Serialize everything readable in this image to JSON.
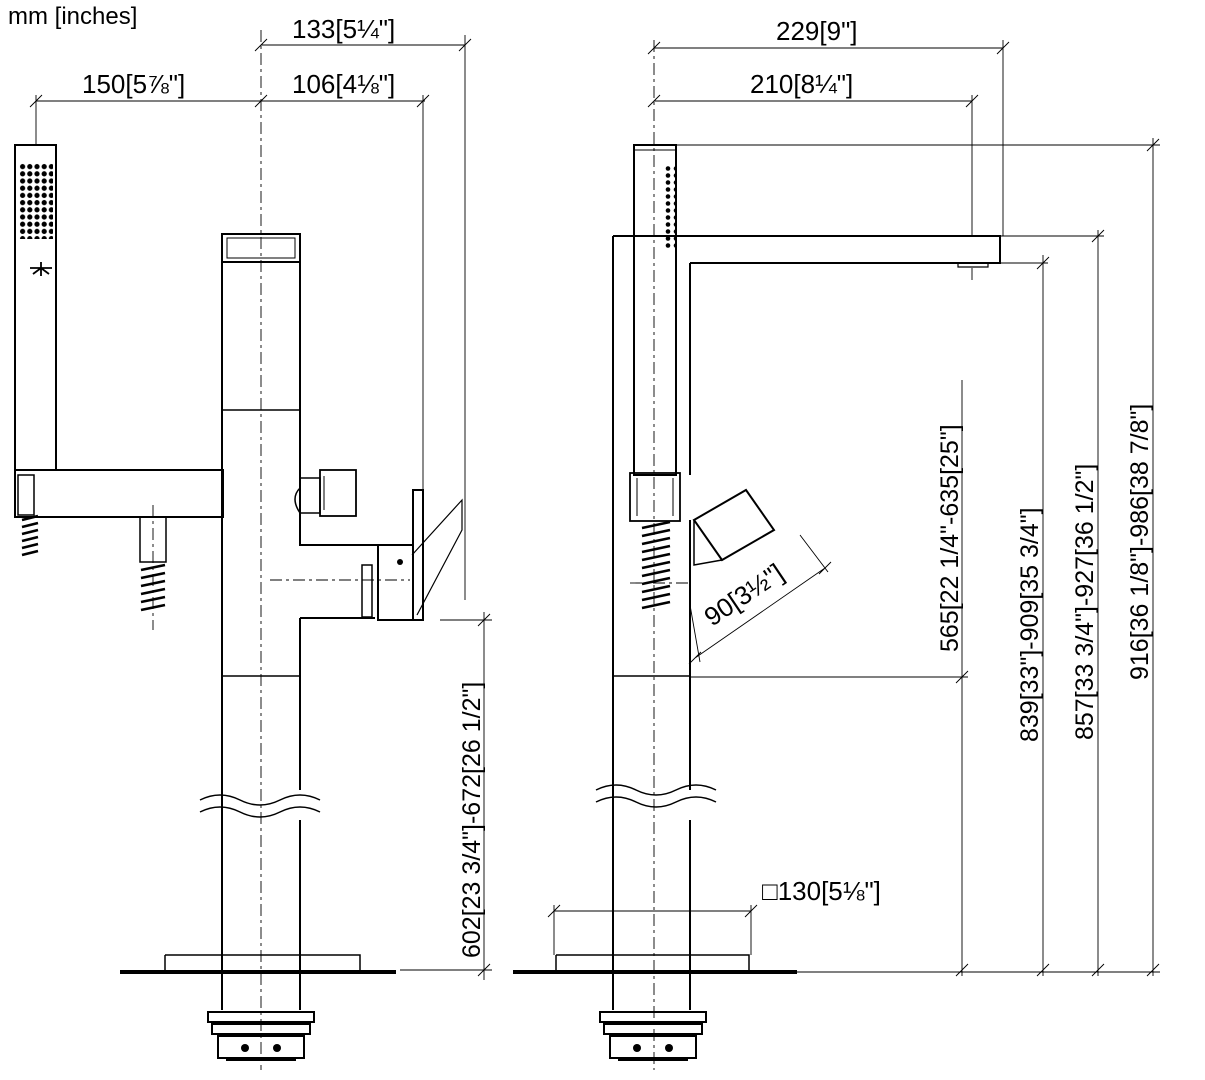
{
  "units_label": "mm [inches]",
  "dims": {
    "d133": "133[5¼\"]",
    "d150": "150[5⅞\"]",
    "d106": "106[4⅛\"]",
    "d229": "229[9\"]",
    "d210": "210[8¼\"]",
    "d90": "90[3½\"]",
    "d130": "□130[5⅛\"]",
    "d602": "602[23 3/4\"]-672[26 1/2\"]",
    "d565": "565[22 1/4\"-635[25\"]",
    "d839": "839[33\"]-909[35 3/4\"]",
    "d857": "857[33 3/4\"]-927[36 1/2\"]",
    "d916": "916[36 1/8\"]-986[38 7/8\"]"
  }
}
